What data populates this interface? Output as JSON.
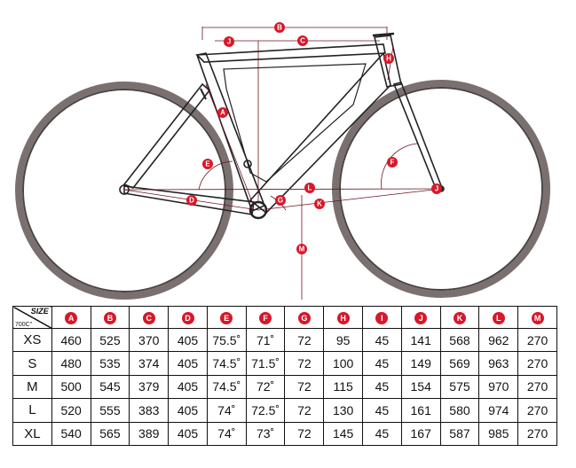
{
  "diagram": {
    "labels": [
      "A",
      "B",
      "C",
      "D",
      "E",
      "F",
      "G",
      "H",
      "I",
      "J",
      "K",
      "L",
      "M"
    ],
    "accent_color": "#d7182a"
  },
  "table": {
    "size_label": "SIZE",
    "wheel_label": "700C\"",
    "columns": [
      "A",
      "B",
      "C",
      "D",
      "E",
      "F",
      "G",
      "H",
      "I",
      "J",
      "K",
      "L",
      "M"
    ],
    "rows": [
      {
        "size": "XS",
        "values": [
          "460",
          "525",
          "370",
          "405",
          "75.5˚",
          "71˚",
          "72",
          "95",
          "45",
          "141",
          "568",
          "962",
          "270"
        ]
      },
      {
        "size": "S",
        "values": [
          "480",
          "535",
          "374",
          "405",
          "74.5˚",
          "71.5˚",
          "72",
          "100",
          "45",
          "149",
          "569",
          "963",
          "270"
        ]
      },
      {
        "size": "M",
        "values": [
          "500",
          "545",
          "379",
          "405",
          "74.5˚",
          "72˚",
          "72",
          "115",
          "45",
          "154",
          "575",
          "970",
          "270"
        ]
      },
      {
        "size": "L",
        "values": [
          "520",
          "555",
          "383",
          "405",
          "74˚",
          "72.5˚",
          "72",
          "130",
          "45",
          "161",
          "580",
          "974",
          "270"
        ]
      },
      {
        "size": "XL",
        "values": [
          "540",
          "565",
          "389",
          "405",
          "74˚",
          "73˚",
          "72",
          "145",
          "45",
          "167",
          "587",
          "985",
          "270"
        ]
      }
    ]
  }
}
